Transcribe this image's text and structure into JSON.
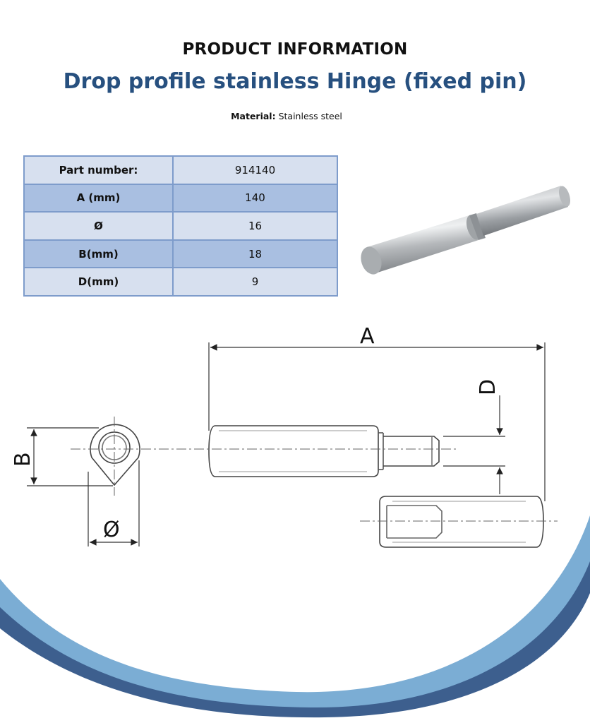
{
  "header": {
    "doc_title": "PRODUCT INFORMATION",
    "product_name": "Drop profile stainless Hinge (fixed pin)",
    "material_label": "Material:",
    "material_value": "Stainless steel"
  },
  "spec_table": {
    "rows": [
      {
        "label": "Part number:",
        "value": "914140"
      },
      {
        "label": "A (mm)",
        "value": "140"
      },
      {
        "label": "Ø",
        "value": "16"
      },
      {
        "label": "B(mm)",
        "value": "18"
      },
      {
        "label": "D(mm)",
        "value": "9"
      }
    ]
  },
  "drawing": {
    "dim_a": "A",
    "dim_b": "B",
    "dim_d": "D",
    "dim_diameter": "Ø"
  },
  "colors": {
    "title_blue": "#27507f",
    "table_light": "#d7e0ef",
    "table_dark": "#a9bfe1",
    "table_border": "#7e9ccb",
    "wave_light": "#7badd4",
    "wave_dark": "#3d5f8e"
  }
}
